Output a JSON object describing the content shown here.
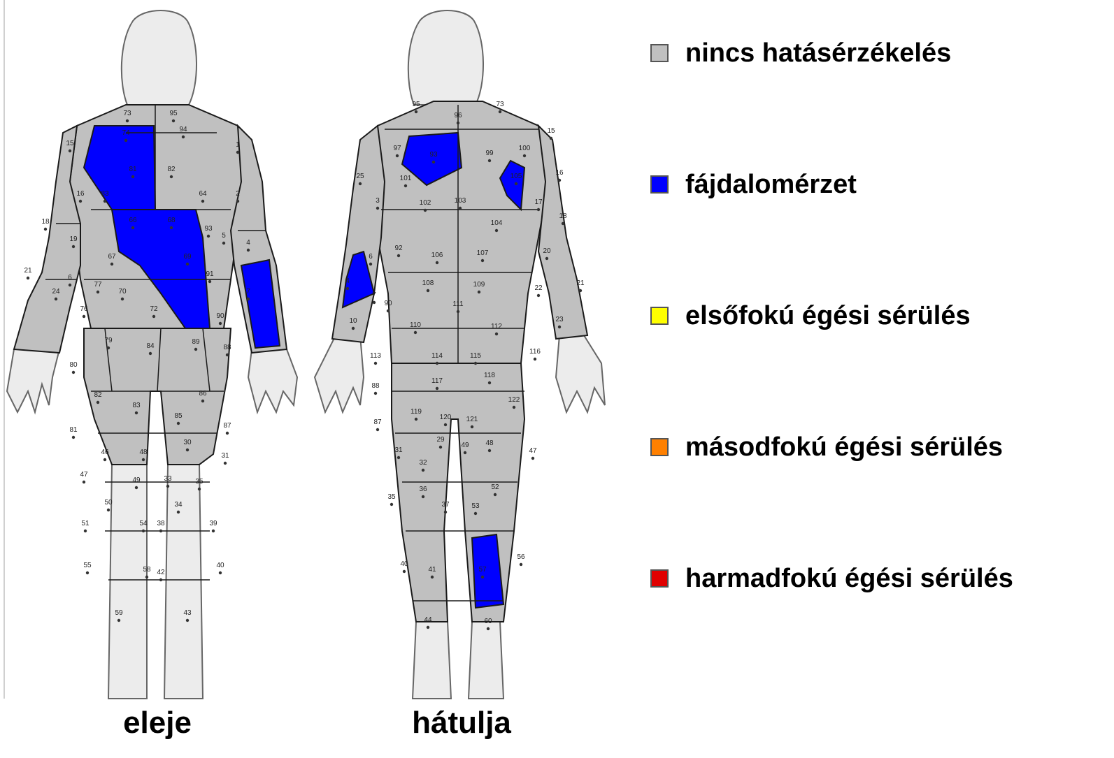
{
  "colors": {
    "skin": "#ececec",
    "region_none": "#c0c0c0",
    "region_pain": "#0000ff",
    "outline": "#1a1a1a",
    "first_degree": "#ffff00",
    "second_degree": "#ff8000",
    "third_degree": "#e00000"
  },
  "legend": [
    {
      "label": "nincs hatásérzékelés",
      "color": "#c0c0c0"
    },
    {
      "label": "fájdalomérzet",
      "color": "#0000ff"
    },
    {
      "label": "elsőfokú égési sérülés",
      "color": "#ffff00"
    },
    {
      "label": "másodfokú égési sérülés",
      "color": "#ff8000"
    },
    {
      "label": "harmadfokú égési sérülés",
      "color": "#e00000"
    }
  ],
  "captions": {
    "front": "eleje",
    "back": "hátulja"
  },
  "front_regions_marked": [
    "74",
    "81",
    "83",
    "66",
    "68",
    "88",
    "71",
    "8",
    "9"
  ],
  "back_regions_marked": [
    "93",
    "105",
    "3",
    "57"
  ],
  "front_labels": [
    "73",
    "95",
    "94",
    "15",
    "74",
    "81",
    "82",
    "1",
    "16",
    "83",
    "64",
    "2",
    "18",
    "66",
    "68",
    "5",
    "93",
    "4",
    "19",
    "67",
    "69",
    "91",
    "21",
    "24",
    "77",
    "70",
    "6",
    "7",
    "76",
    "72",
    "90",
    "79",
    "84",
    "89",
    "88",
    "80",
    "82",
    "86",
    "83",
    "85",
    "81",
    "87",
    "46",
    "48",
    "30",
    "31",
    "47",
    "49",
    "33",
    "35",
    "50",
    "54",
    "38",
    "34",
    "39",
    "51",
    "55",
    "58",
    "42",
    "40",
    "59",
    "43"
  ],
  "back_labels": [
    "95",
    "73",
    "96",
    "97",
    "93",
    "99",
    "100",
    "15",
    "25",
    "101",
    "105",
    "16",
    "102",
    "103",
    "17",
    "3",
    "104",
    "18",
    "92",
    "106",
    "107",
    "20",
    "6",
    "108",
    "109",
    "21",
    "4",
    "22",
    "90",
    "111",
    "7",
    "10",
    "110",
    "112",
    "23",
    "113",
    "114",
    "115",
    "116",
    "88",
    "117",
    "118",
    "122",
    "87",
    "119",
    "120",
    "121",
    "31",
    "29",
    "49",
    "48",
    "47",
    "32",
    "35",
    "36",
    "37",
    "53",
    "52",
    "40",
    "41",
    "56",
    "57",
    "44",
    "60"
  ]
}
